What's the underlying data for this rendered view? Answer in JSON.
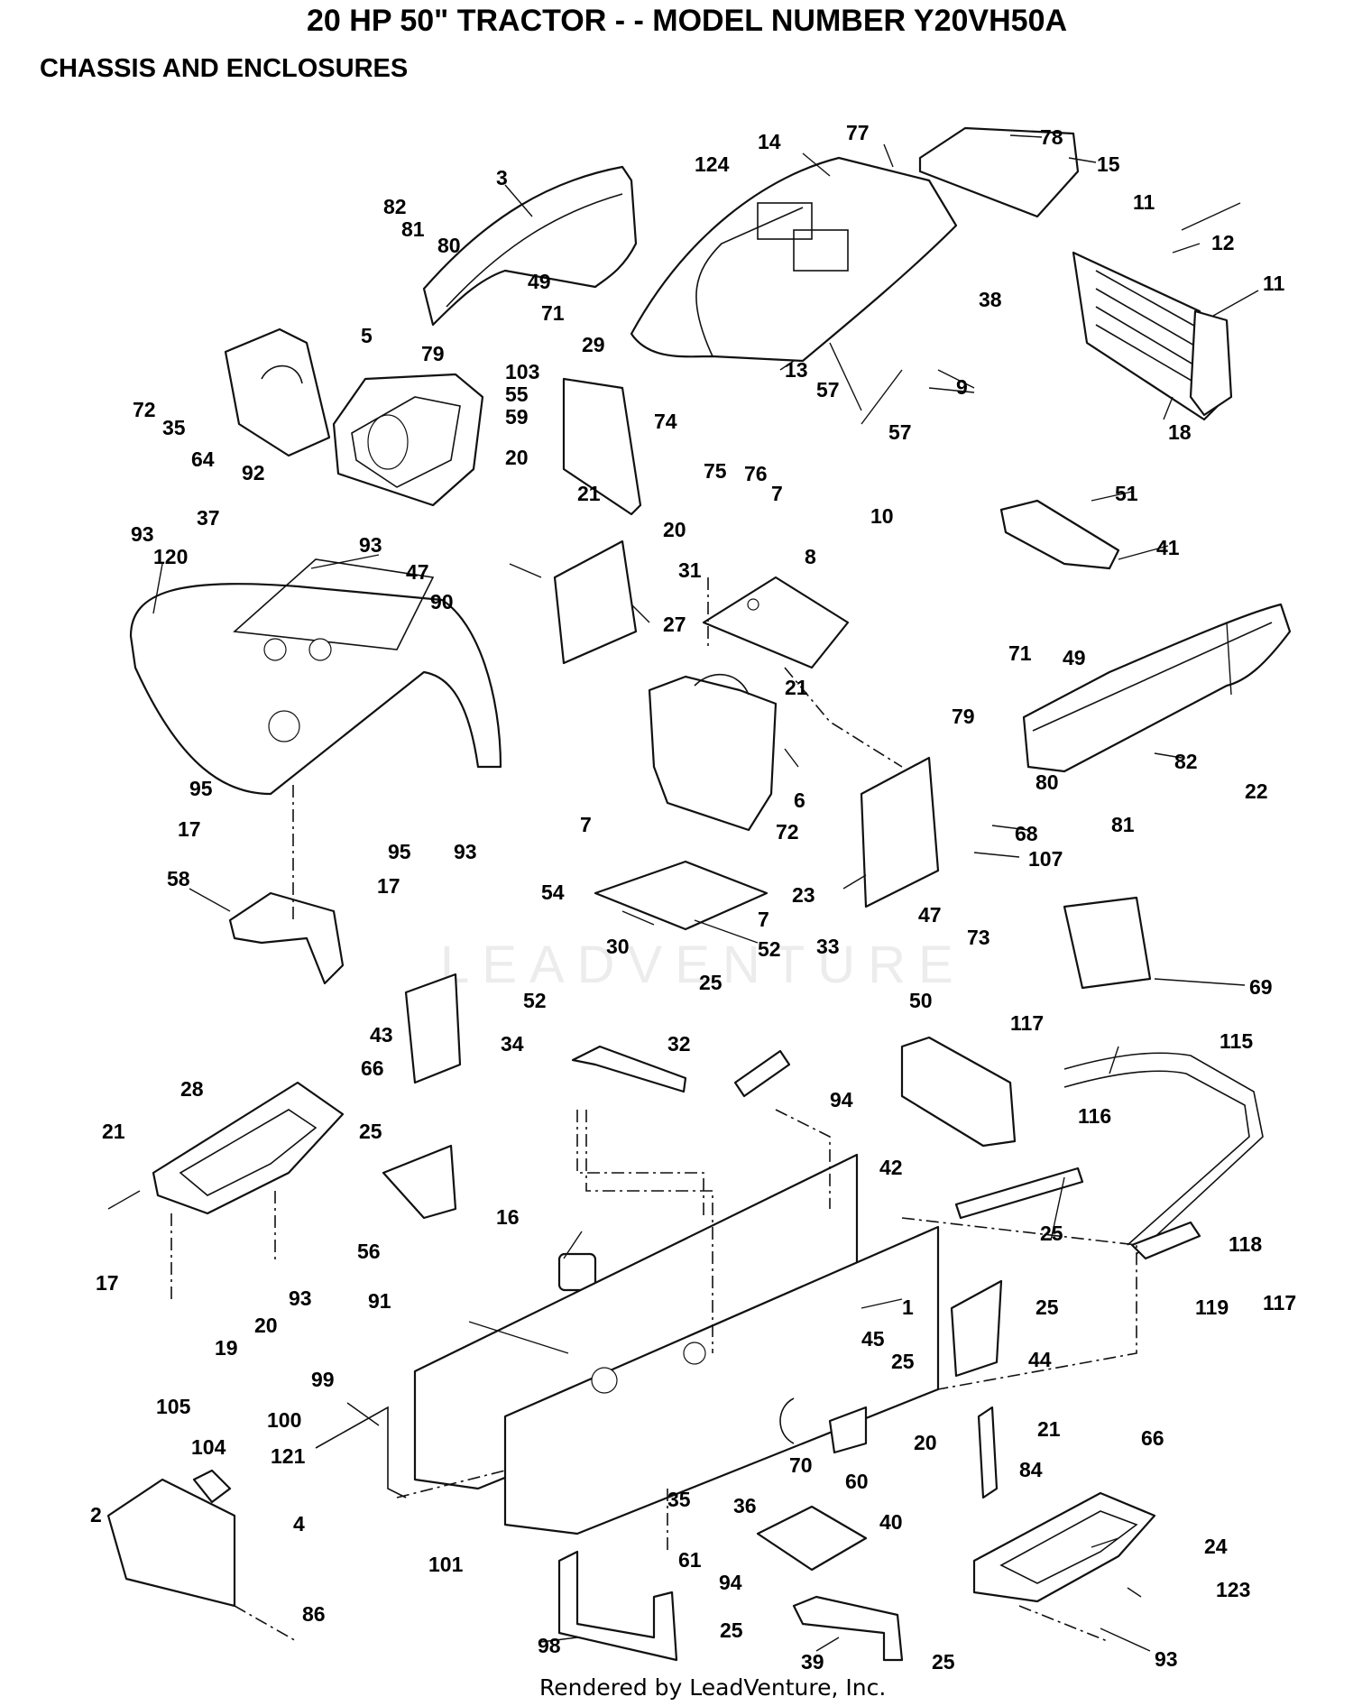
{
  "header": {
    "title": "20 HP 50\" TRACTOR - - MODEL NUMBER Y20VH50A",
    "subtitle": "CHASSIS AND ENCLOSURES"
  },
  "footer": {
    "credit": "Rendered by LeadVenture, Inc."
  },
  "watermark": {
    "text": "LEADVENTURE"
  },
  "callouts": [
    "3",
    "14",
    "77",
    "78",
    "15",
    "124",
    "82",
    "81",
    "80",
    "49",
    "71",
    "79",
    "11",
    "12",
    "38",
    "11",
    "18",
    "29",
    "103",
    "55",
    "59",
    "20",
    "21",
    "20",
    "13",
    "74",
    "75",
    "76",
    "57",
    "9",
    "57",
    "10",
    "5",
    "72",
    "35",
    "64",
    "92",
    "7",
    "31",
    "8",
    "51",
    "41",
    "93",
    "120",
    "37",
    "93",
    "47",
    "90",
    "27",
    "71",
    "49",
    "79",
    "80",
    "81",
    "82",
    "22",
    "21",
    "6",
    "72",
    "68",
    "107",
    "23",
    "47",
    "73",
    "95",
    "17",
    "95",
    "17",
    "58",
    "93",
    "7",
    "54",
    "7",
    "30",
    "52",
    "69",
    "33",
    "25",
    "52",
    "34",
    "32",
    "43",
    "94",
    "50",
    "117",
    "115",
    "28",
    "66",
    "21",
    "25",
    "56",
    "16",
    "42",
    "25",
    "116",
    "118",
    "119",
    "117",
    "1",
    "17",
    "93",
    "20",
    "19",
    "91",
    "44",
    "25",
    "45",
    "25",
    "99",
    "100",
    "121",
    "70",
    "20",
    "21",
    "60",
    "105",
    "104",
    "84",
    "2",
    "4",
    "35",
    "36",
    "40",
    "66",
    "101",
    "61",
    "24",
    "94",
    "123",
    "86",
    "25",
    "98",
    "39",
    "25",
    "93"
  ]
}
